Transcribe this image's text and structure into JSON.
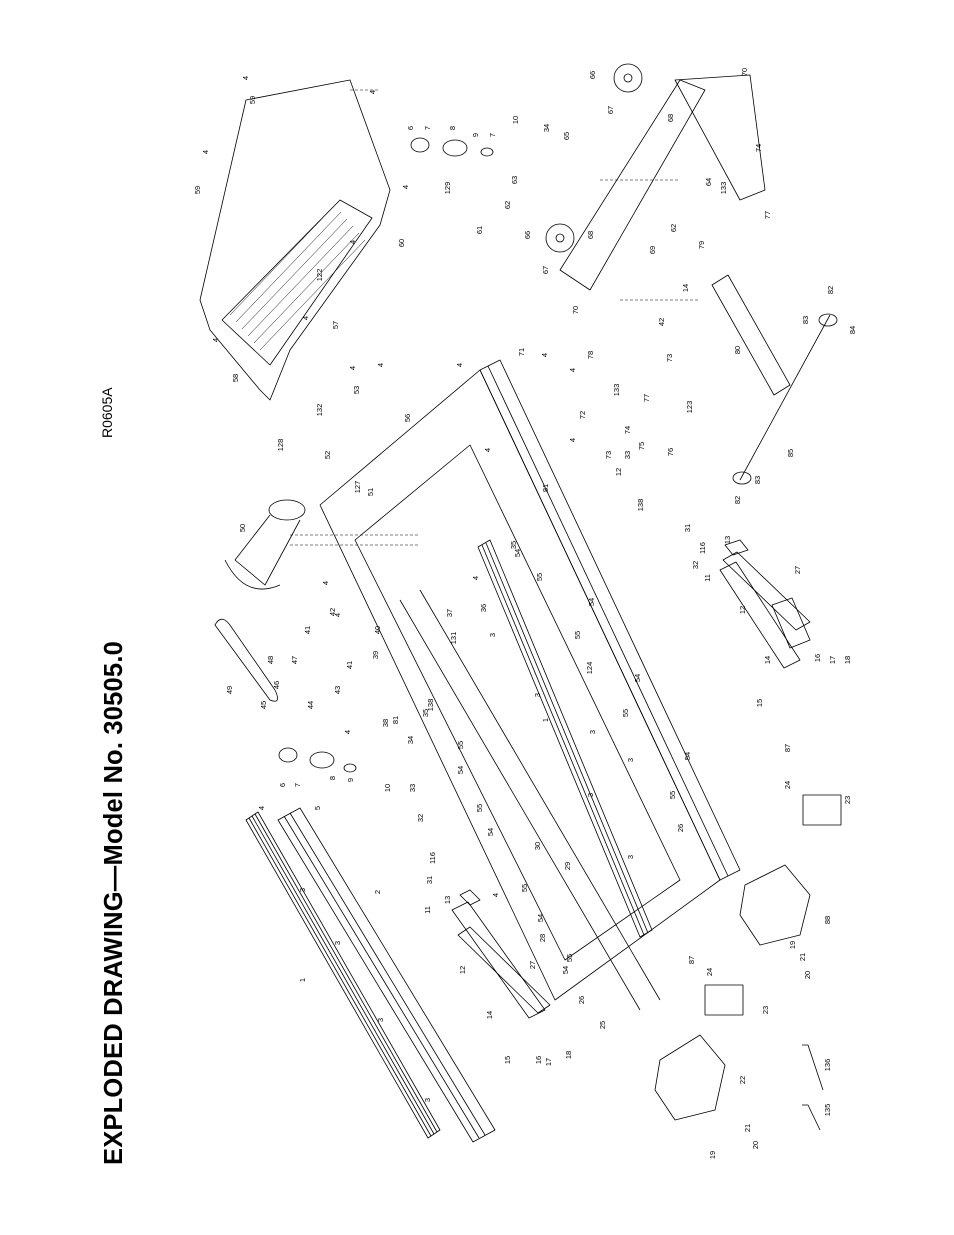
{
  "title": "EXPLODED DRAWING—Model No. 30505.0",
  "drawing_code": "R0605A",
  "callouts": [
    {
      "id": "c-1a",
      "text": "1"
    },
    {
      "id": "c-1b",
      "text": "1"
    },
    {
      "id": "c-2",
      "text": "2"
    },
    {
      "id": "c-3a",
      "text": "3"
    },
    {
      "id": "c-3b",
      "text": "3"
    },
    {
      "id": "c-3c",
      "text": "3"
    },
    {
      "id": "c-3d",
      "text": "3"
    },
    {
      "id": "c-3e",
      "text": "3"
    },
    {
      "id": "c-3f",
      "text": "3"
    },
    {
      "id": "c-3g",
      "text": "3"
    },
    {
      "id": "c-3h",
      "text": "3"
    },
    {
      "id": "c-3i",
      "text": "3"
    },
    {
      "id": "c-3j",
      "text": "3"
    },
    {
      "id": "c-4a",
      "text": "4"
    },
    {
      "id": "c-4b",
      "text": "4"
    },
    {
      "id": "c-4c",
      "text": "4"
    },
    {
      "id": "c-4d",
      "text": "4"
    },
    {
      "id": "c-4e",
      "text": "4"
    },
    {
      "id": "c-4f",
      "text": "4"
    },
    {
      "id": "c-4g",
      "text": "4"
    },
    {
      "id": "c-4h",
      "text": "4"
    },
    {
      "id": "c-4i",
      "text": "4"
    },
    {
      "id": "c-4j",
      "text": "4"
    },
    {
      "id": "c-4k",
      "text": "4"
    },
    {
      "id": "c-4l",
      "text": "4"
    },
    {
      "id": "c-4m",
      "text": "4"
    },
    {
      "id": "c-4n",
      "text": "4"
    },
    {
      "id": "c-4o",
      "text": "4"
    },
    {
      "id": "c-4p",
      "text": "4"
    },
    {
      "id": "c-4q",
      "text": "4"
    },
    {
      "id": "c-4r",
      "text": "4"
    },
    {
      "id": "c-4s",
      "text": "4"
    },
    {
      "id": "c-4t",
      "text": "4"
    },
    {
      "id": "c-5",
      "text": "5"
    },
    {
      "id": "c-6a",
      "text": "6"
    },
    {
      "id": "c-6b",
      "text": "6"
    },
    {
      "id": "c-7a",
      "text": "7"
    },
    {
      "id": "c-7b",
      "text": "7"
    },
    {
      "id": "c-7c",
      "text": "7"
    },
    {
      "id": "c-8a",
      "text": "8"
    },
    {
      "id": "c-8b",
      "text": "8"
    },
    {
      "id": "c-9a",
      "text": "9"
    },
    {
      "id": "c-9b",
      "text": "9"
    },
    {
      "id": "c-10a",
      "text": "10"
    },
    {
      "id": "c-10b",
      "text": "10"
    },
    {
      "id": "c-11a",
      "text": "11"
    },
    {
      "id": "c-11b",
      "text": "11"
    },
    {
      "id": "c-12a",
      "text": "12"
    },
    {
      "id": "c-12b",
      "text": "12"
    },
    {
      "id": "c-12c",
      "text": "12"
    },
    {
      "id": "c-13a",
      "text": "13"
    },
    {
      "id": "c-13b",
      "text": "13"
    },
    {
      "id": "c-14a",
      "text": "14"
    },
    {
      "id": "c-14b",
      "text": "14"
    },
    {
      "id": "c-14c",
      "text": "14"
    },
    {
      "id": "c-15a",
      "text": "15"
    },
    {
      "id": "c-15b",
      "text": "15"
    },
    {
      "id": "c-16a",
      "text": "16"
    },
    {
      "id": "c-16b",
      "text": "16"
    },
    {
      "id": "c-17a",
      "text": "17"
    },
    {
      "id": "c-17b",
      "text": "17"
    },
    {
      "id": "c-18a",
      "text": "18"
    },
    {
      "id": "c-18b",
      "text": "18"
    },
    {
      "id": "c-19a",
      "text": "19"
    },
    {
      "id": "c-19b",
      "text": "19"
    },
    {
      "id": "c-20a",
      "text": "20"
    },
    {
      "id": "c-20b",
      "text": "20"
    },
    {
      "id": "c-21a",
      "text": "21"
    },
    {
      "id": "c-21b",
      "text": "21"
    },
    {
      "id": "c-22",
      "text": "22"
    },
    {
      "id": "c-23a",
      "text": "23"
    },
    {
      "id": "c-23b",
      "text": "23"
    },
    {
      "id": "c-24a",
      "text": "24"
    },
    {
      "id": "c-24b",
      "text": "24"
    },
    {
      "id": "c-25",
      "text": "25"
    },
    {
      "id": "c-26a",
      "text": "26"
    },
    {
      "id": "c-26b",
      "text": "26"
    },
    {
      "id": "c-27a",
      "text": "27"
    },
    {
      "id": "c-27b",
      "text": "27"
    },
    {
      "id": "c-28",
      "text": "28"
    },
    {
      "id": "c-29",
      "text": "29"
    },
    {
      "id": "c-30",
      "text": "30"
    },
    {
      "id": "c-31a",
      "text": "31"
    },
    {
      "id": "c-31b",
      "text": "31"
    },
    {
      "id": "c-32a",
      "text": "32"
    },
    {
      "id": "c-32b",
      "text": "32"
    },
    {
      "id": "c-33a",
      "text": "33"
    },
    {
      "id": "c-33b",
      "text": "33"
    },
    {
      "id": "c-34a",
      "text": "34"
    },
    {
      "id": "c-34b",
      "text": "34"
    },
    {
      "id": "c-35a",
      "text": "35"
    },
    {
      "id": "c-35b",
      "text": "35"
    },
    {
      "id": "c-36",
      "text": "36"
    },
    {
      "id": "c-37",
      "text": "37"
    },
    {
      "id": "c-38",
      "text": "38"
    },
    {
      "id": "c-39",
      "text": "39"
    },
    {
      "id": "c-40",
      "text": "40"
    },
    {
      "id": "c-41a",
      "text": "41"
    },
    {
      "id": "c-41b",
      "text": "41"
    },
    {
      "id": "c-42a",
      "text": "42"
    },
    {
      "id": "c-42b",
      "text": "42"
    },
    {
      "id": "c-43",
      "text": "43"
    },
    {
      "id": "c-44",
      "text": "44"
    },
    {
      "id": "c-45",
      "text": "45"
    },
    {
      "id": "c-46",
      "text": "46"
    },
    {
      "id": "c-47",
      "text": "47"
    },
    {
      "id": "c-48",
      "text": "48"
    },
    {
      "id": "c-49",
      "text": "49"
    },
    {
      "id": "c-50",
      "text": "50"
    },
    {
      "id": "c-51",
      "text": "51"
    },
    {
      "id": "c-52",
      "text": "52"
    },
    {
      "id": "c-53",
      "text": "53"
    },
    {
      "id": "c-54a",
      "text": "54"
    },
    {
      "id": "c-54b",
      "text": "54"
    },
    {
      "id": "c-54c",
      "text": "54"
    },
    {
      "id": "c-54d",
      "text": "54"
    },
    {
      "id": "c-54e",
      "text": "54"
    },
    {
      "id": "c-54f",
      "text": "54"
    },
    {
      "id": "c-54g",
      "text": "54"
    },
    {
      "id": "c-54h",
      "text": "54"
    },
    {
      "id": "c-55a",
      "text": "55"
    },
    {
      "id": "c-55b",
      "text": "55"
    },
    {
      "id": "c-55c",
      "text": "55"
    },
    {
      "id": "c-55d",
      "text": "55"
    },
    {
      "id": "c-55e",
      "text": "55"
    },
    {
      "id": "c-55f",
      "text": "55"
    },
    {
      "id": "c-55g",
      "text": "55"
    },
    {
      "id": "c-55h",
      "text": "55"
    },
    {
      "id": "c-56",
      "text": "56"
    },
    {
      "id": "c-57",
      "text": "57"
    },
    {
      "id": "c-58",
      "text": "58"
    },
    {
      "id": "c-59a",
      "text": "59"
    },
    {
      "id": "c-59b",
      "text": "59"
    },
    {
      "id": "c-60",
      "text": "60"
    },
    {
      "id": "c-61",
      "text": "61"
    },
    {
      "id": "c-62a",
      "text": "62"
    },
    {
      "id": "c-62b",
      "text": "62"
    },
    {
      "id": "c-63",
      "text": "63"
    },
    {
      "id": "c-64",
      "text": "64"
    },
    {
      "id": "c-65",
      "text": "65"
    },
    {
      "id": "c-66a",
      "text": "66"
    },
    {
      "id": "c-66b",
      "text": "66"
    },
    {
      "id": "c-67a",
      "text": "67"
    },
    {
      "id": "c-67b",
      "text": "67"
    },
    {
      "id": "c-68a",
      "text": "68"
    },
    {
      "id": "c-68b",
      "text": "68"
    },
    {
      "id": "c-69",
      "text": "69"
    },
    {
      "id": "c-70a",
      "text": "70"
    },
    {
      "id": "c-70b",
      "text": "70"
    },
    {
      "id": "c-71",
      "text": "71"
    },
    {
      "id": "c-72",
      "text": "72"
    },
    {
      "id": "c-73a",
      "text": "73"
    },
    {
      "id": "c-73b",
      "text": "73"
    },
    {
      "id": "c-74a",
      "text": "74"
    },
    {
      "id": "c-74b",
      "text": "74"
    },
    {
      "id": "c-75",
      "text": "75"
    },
    {
      "id": "c-76",
      "text": "76"
    },
    {
      "id": "c-77a",
      "text": "77"
    },
    {
      "id": "c-77b",
      "text": "77"
    },
    {
      "id": "c-78",
      "text": "78"
    },
    {
      "id": "c-79",
      "text": "79"
    },
    {
      "id": "c-80",
      "text": "80"
    },
    {
      "id": "c-81a",
      "text": "81"
    },
    {
      "id": "c-81b",
      "text": "81"
    },
    {
      "id": "c-82a",
      "text": "82"
    },
    {
      "id": "c-82b",
      "text": "82"
    },
    {
      "id": "c-83a",
      "text": "83"
    },
    {
      "id": "c-83b",
      "text": "83"
    },
    {
      "id": "c-84",
      "text": "84"
    },
    {
      "id": "c-85",
      "text": "85"
    },
    {
      "id": "c-87a",
      "text": "87"
    },
    {
      "id": "c-87b",
      "text": "87"
    },
    {
      "id": "c-88",
      "text": "88"
    },
    {
      "id": "c-116a",
      "text": "116"
    },
    {
      "id": "c-116b",
      "text": "116"
    },
    {
      "id": "c-122",
      "text": "122"
    },
    {
      "id": "c-123",
      "text": "123"
    },
    {
      "id": "c-124",
      "text": "124"
    },
    {
      "id": "c-127",
      "text": "127"
    },
    {
      "id": "c-128",
      "text": "128"
    },
    {
      "id": "c-129",
      "text": "129"
    },
    {
      "id": "c-131",
      "text": "131"
    },
    {
      "id": "c-132",
      "text": "132"
    },
    {
      "id": "c-133a",
      "text": "133"
    },
    {
      "id": "c-133b",
      "text": "133"
    },
    {
      "id": "c-135",
      "text": "135"
    },
    {
      "id": "c-136",
      "text": "136"
    },
    {
      "id": "c-138a",
      "text": "138"
    },
    {
      "id": "c-138b",
      "text": "138"
    }
  ]
}
